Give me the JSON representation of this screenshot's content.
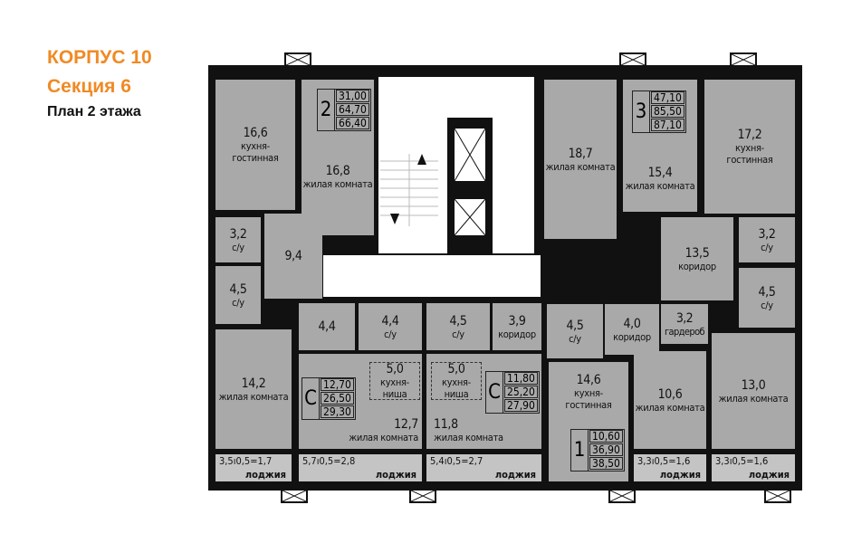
{
  "header": {
    "building": "КОРПУС 10",
    "section": "Секция 6",
    "plan": "План 2 этажа"
  },
  "colors": {
    "title": "#f08a24",
    "room": "#a9a9a9",
    "wall": "#111111"
  },
  "apartments": [
    {
      "rooms": "2",
      "areas": [
        "31,00",
        "64,70",
        "66,40"
      ]
    },
    {
      "rooms": "3",
      "areas": [
        "47,10",
        "85,50",
        "87,10"
      ]
    },
    {
      "rooms": "С",
      "areas": [
        "12,70",
        "26,50",
        "29,30"
      ]
    },
    {
      "rooms": "С",
      "areas": [
        "11,80",
        "25,20",
        "27,90"
      ]
    },
    {
      "rooms": "1",
      "areas": [
        "10,60",
        "36,90",
        "38,50"
      ]
    }
  ],
  "rooms": [
    {
      "area": "16,6",
      "name": "кухня-\nгостинная"
    },
    {
      "area": "16,8",
      "name": "жилая комната"
    },
    {
      "area": "3,2",
      "name": "с/у"
    },
    {
      "area": "9,4",
      "name": ""
    },
    {
      "area": "4,5",
      "name": "с/у"
    },
    {
      "area": "18,7",
      "name": "жилая комната"
    },
    {
      "area": "15,4",
      "name": "жилая комната"
    },
    {
      "area": "17,2",
      "name": "кухня-\nгостинная"
    },
    {
      "area": "3,2",
      "name": "с/у"
    },
    {
      "area": "13,5",
      "name": "коридор"
    },
    {
      "area": "4,5",
      "name": "с/у"
    },
    {
      "area": "14,2",
      "name": "жилая комната"
    },
    {
      "area": "4,4",
      "name": ""
    },
    {
      "area": "4,4",
      "name": "с/у"
    },
    {
      "area": "5,0",
      "name": "кухня-\nниша"
    },
    {
      "area": "12,7",
      "name": "жилая комната"
    },
    {
      "area": "4,5",
      "name": "с/у"
    },
    {
      "area": "3,9",
      "name": "коридор"
    },
    {
      "area": "5,0",
      "name": "кухня-\nниша"
    },
    {
      "area": "11,8",
      "name": "жилая комната"
    },
    {
      "area": "4,5",
      "name": "с/у"
    },
    {
      "area": "4,0",
      "name": "коридор"
    },
    {
      "area": "3,2",
      "name": "гардероб"
    },
    {
      "area": "14,6",
      "name": "кухня-\nгостинная"
    },
    {
      "area": "10,6",
      "name": "жилая комната"
    },
    {
      "area": "13,0",
      "name": "жилая комната"
    }
  ],
  "loggias": [
    {
      "dims": "3,5ı0,5=1,7",
      "label": "лоджия"
    },
    {
      "dims": "5,7ı0,5=2,8",
      "label": "лоджия"
    },
    {
      "dims": "5,4ı0,5=2,7",
      "label": "лоджия"
    },
    {
      "dims": "3,3ı0,5=1,6",
      "label": "лоджия"
    },
    {
      "dims": "3,3ı0,5=1,6",
      "label": "лоджия"
    }
  ]
}
